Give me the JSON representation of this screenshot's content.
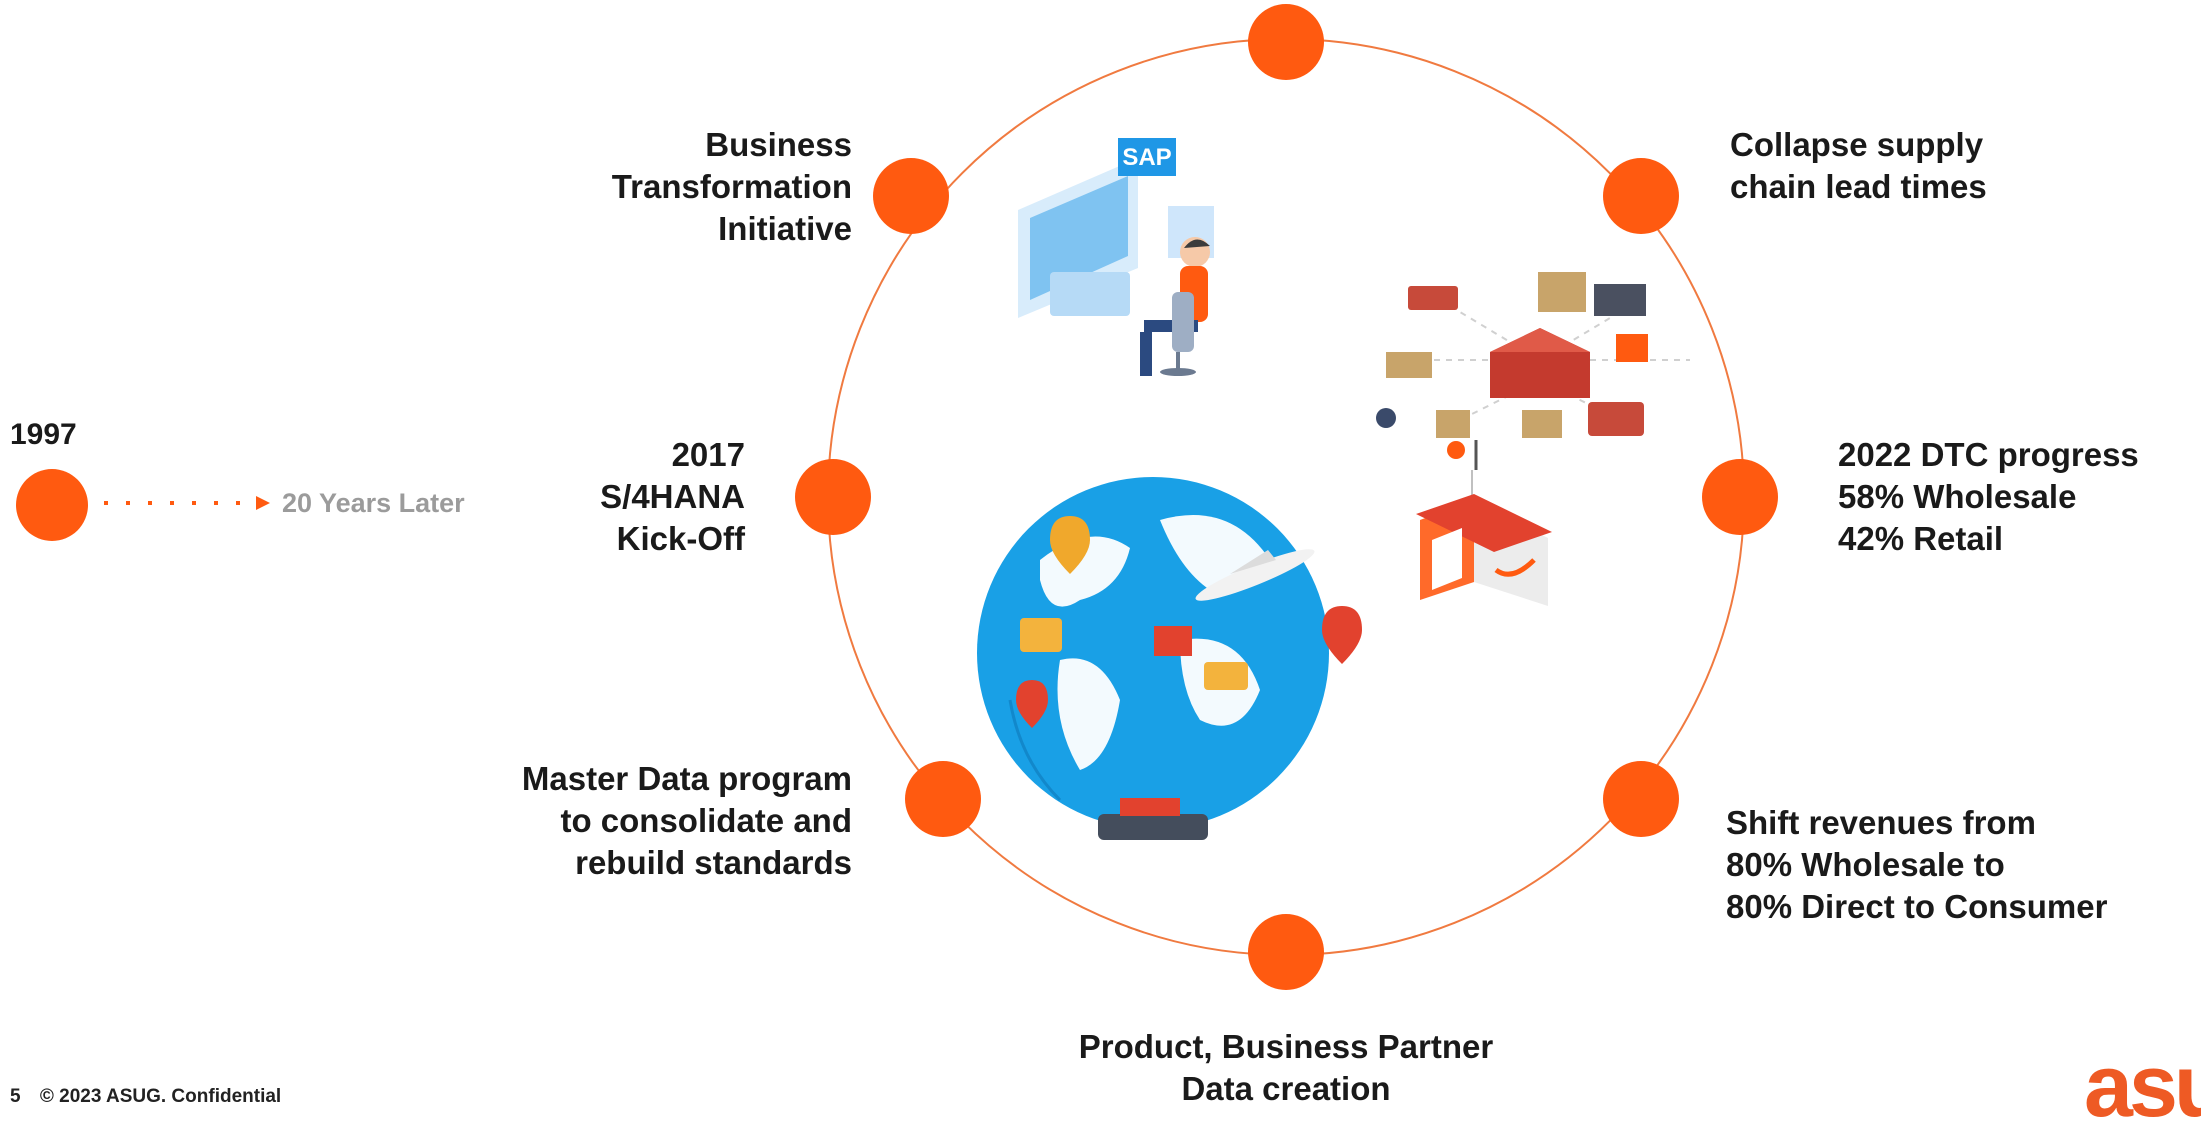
{
  "colors": {
    "accent": "#ff5a10",
    "ring": "#f07a40",
    "text": "#1a1a1a",
    "muted": "#9b9b9b"
  },
  "timeline": {
    "year": "1997",
    "caption": "20 Years Later"
  },
  "milestones": {
    "business_transformation": "Business\nTransformation\nInitiative",
    "collapse_supply_chain": "Collapse supply\nchain lead times",
    "s4hana_kickoff": "2017\nS/4HANA\nKick-Off",
    "dtc_progress": "2022 DTC progress\n58% Wholesale\n42% Retail",
    "master_data": "Master Data program\nto consolidate and\nrebuild standards",
    "shift_revenues": "Shift revenues from\n80% Wholesale to\n80% Direct to Consumer",
    "product_partner": "Product, Business Partner\nData creation"
  },
  "illustrations": {
    "sap_badge": "SAP",
    "icons": [
      "sap-workstation-illustration",
      "supply-chain-network-illustration",
      "retail-store-illustration",
      "globe-logistics-illustration"
    ]
  },
  "footer": {
    "page_number": "5",
    "copyright": "© 2023 ASUG. Confidential"
  },
  "brand": {
    "logo_text": "asu"
  }
}
